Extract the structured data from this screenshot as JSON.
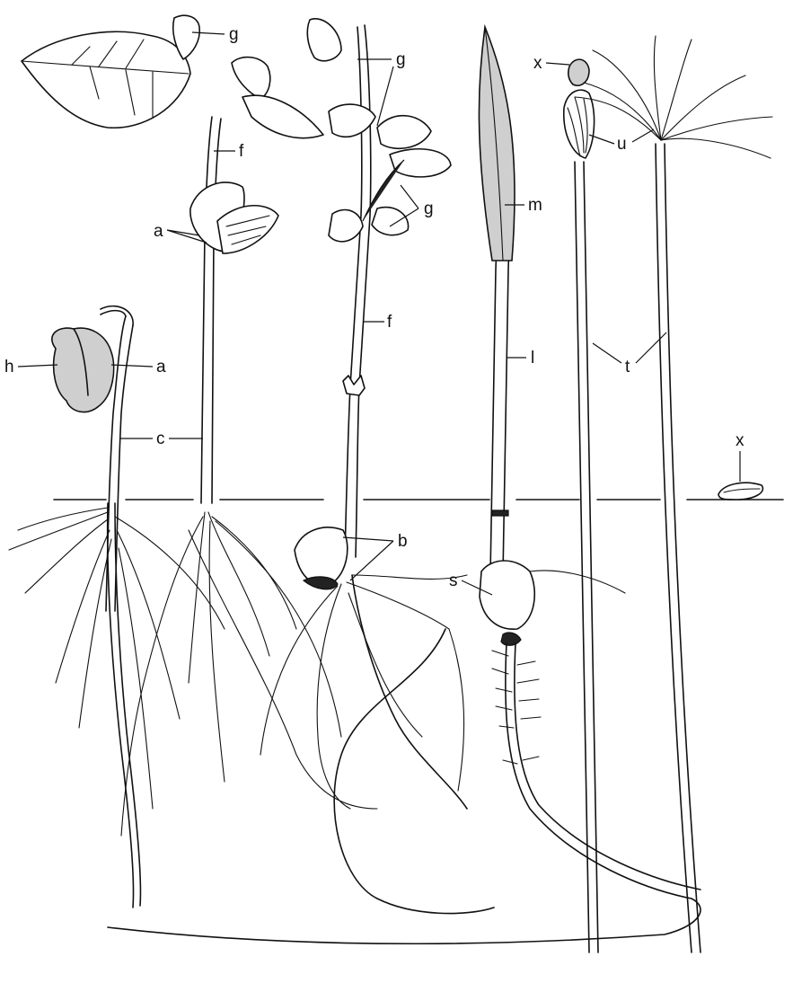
{
  "labels": {
    "a": "a",
    "b": "b",
    "c": "c",
    "f": "f",
    "g": "g",
    "h": "h",
    "l": "l",
    "m": "m",
    "s": "s",
    "t": "t",
    "u": "u",
    "x": "x"
  }
}
